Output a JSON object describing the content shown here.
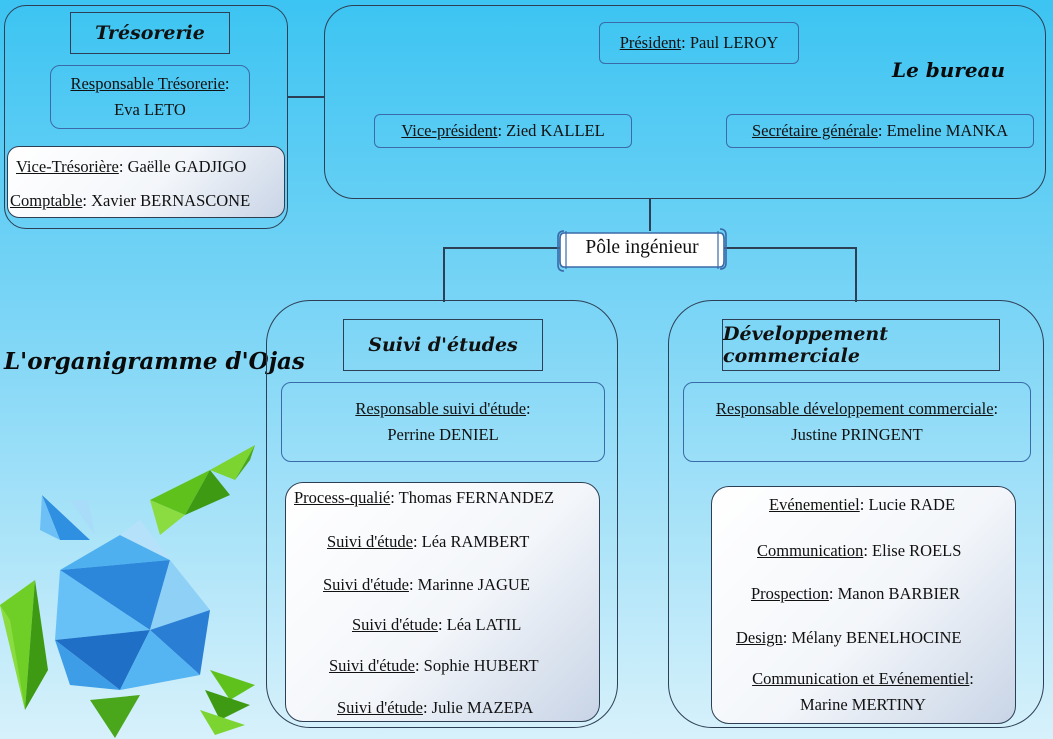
{
  "title": "L'organigramme d'Ojas",
  "bureau": {
    "label": "Le bureau",
    "president": {
      "role": "Président",
      "name": "Paul LEROY"
    },
    "vice_president": {
      "role": "Vice-président",
      "name": "Zied KALLEL"
    },
    "secretaire": {
      "role": "Secrétaire générale",
      "name": "Emeline MANKA"
    }
  },
  "tresorerie": {
    "title": "Trésorerie",
    "responsable": {
      "role": "Responsable Trésorerie",
      "name": "Eva LETO"
    },
    "members": [
      {
        "role": "Vice-Trésorière",
        "name": "Gaëlle GADJIGO"
      },
      {
        "role": "Comptable",
        "name": "Xavier BERNASCONE"
      }
    ]
  },
  "pole": {
    "label": "Pôle ingénieur"
  },
  "suivi": {
    "title": "Suivi d'études",
    "responsable": {
      "role": "Responsable  suivi d'étude",
      "name": "Perrine DENIEL"
    },
    "members": [
      {
        "role": "Process-qualié",
        "name": "Thomas FERNANDEZ"
      },
      {
        "role": "Suivi d'étude",
        "name": "Léa RAMBERT"
      },
      {
        "role": "Suivi d'étude",
        "name": "Marinne JAGUE"
      },
      {
        "role": "Suivi d'étude",
        "name": "Léa LATIL"
      },
      {
        "role": "Suivi d'étude",
        "name": "Sophie HUBERT"
      },
      {
        "role": "Suivi d'étude",
        "name": "Julie MAZEPA"
      }
    ]
  },
  "dev": {
    "title": "Développement commerciale",
    "responsable": {
      "role": "Responsable développement commerciale",
      "name": "Justine PRINGENT"
    },
    "members": [
      {
        "role": "Evénementiel",
        "name": "Lucie RADE"
      },
      {
        "role": "Communication",
        "name": "Elise ROELS"
      },
      {
        "role": "Prospection",
        "name": "Manon BARBIER"
      },
      {
        "role": "Design",
        "name": "Mélany BENELHOCINE"
      },
      {
        "role": "Communication et Evénementiel",
        "name": "Marine MERTINY"
      }
    ]
  }
}
